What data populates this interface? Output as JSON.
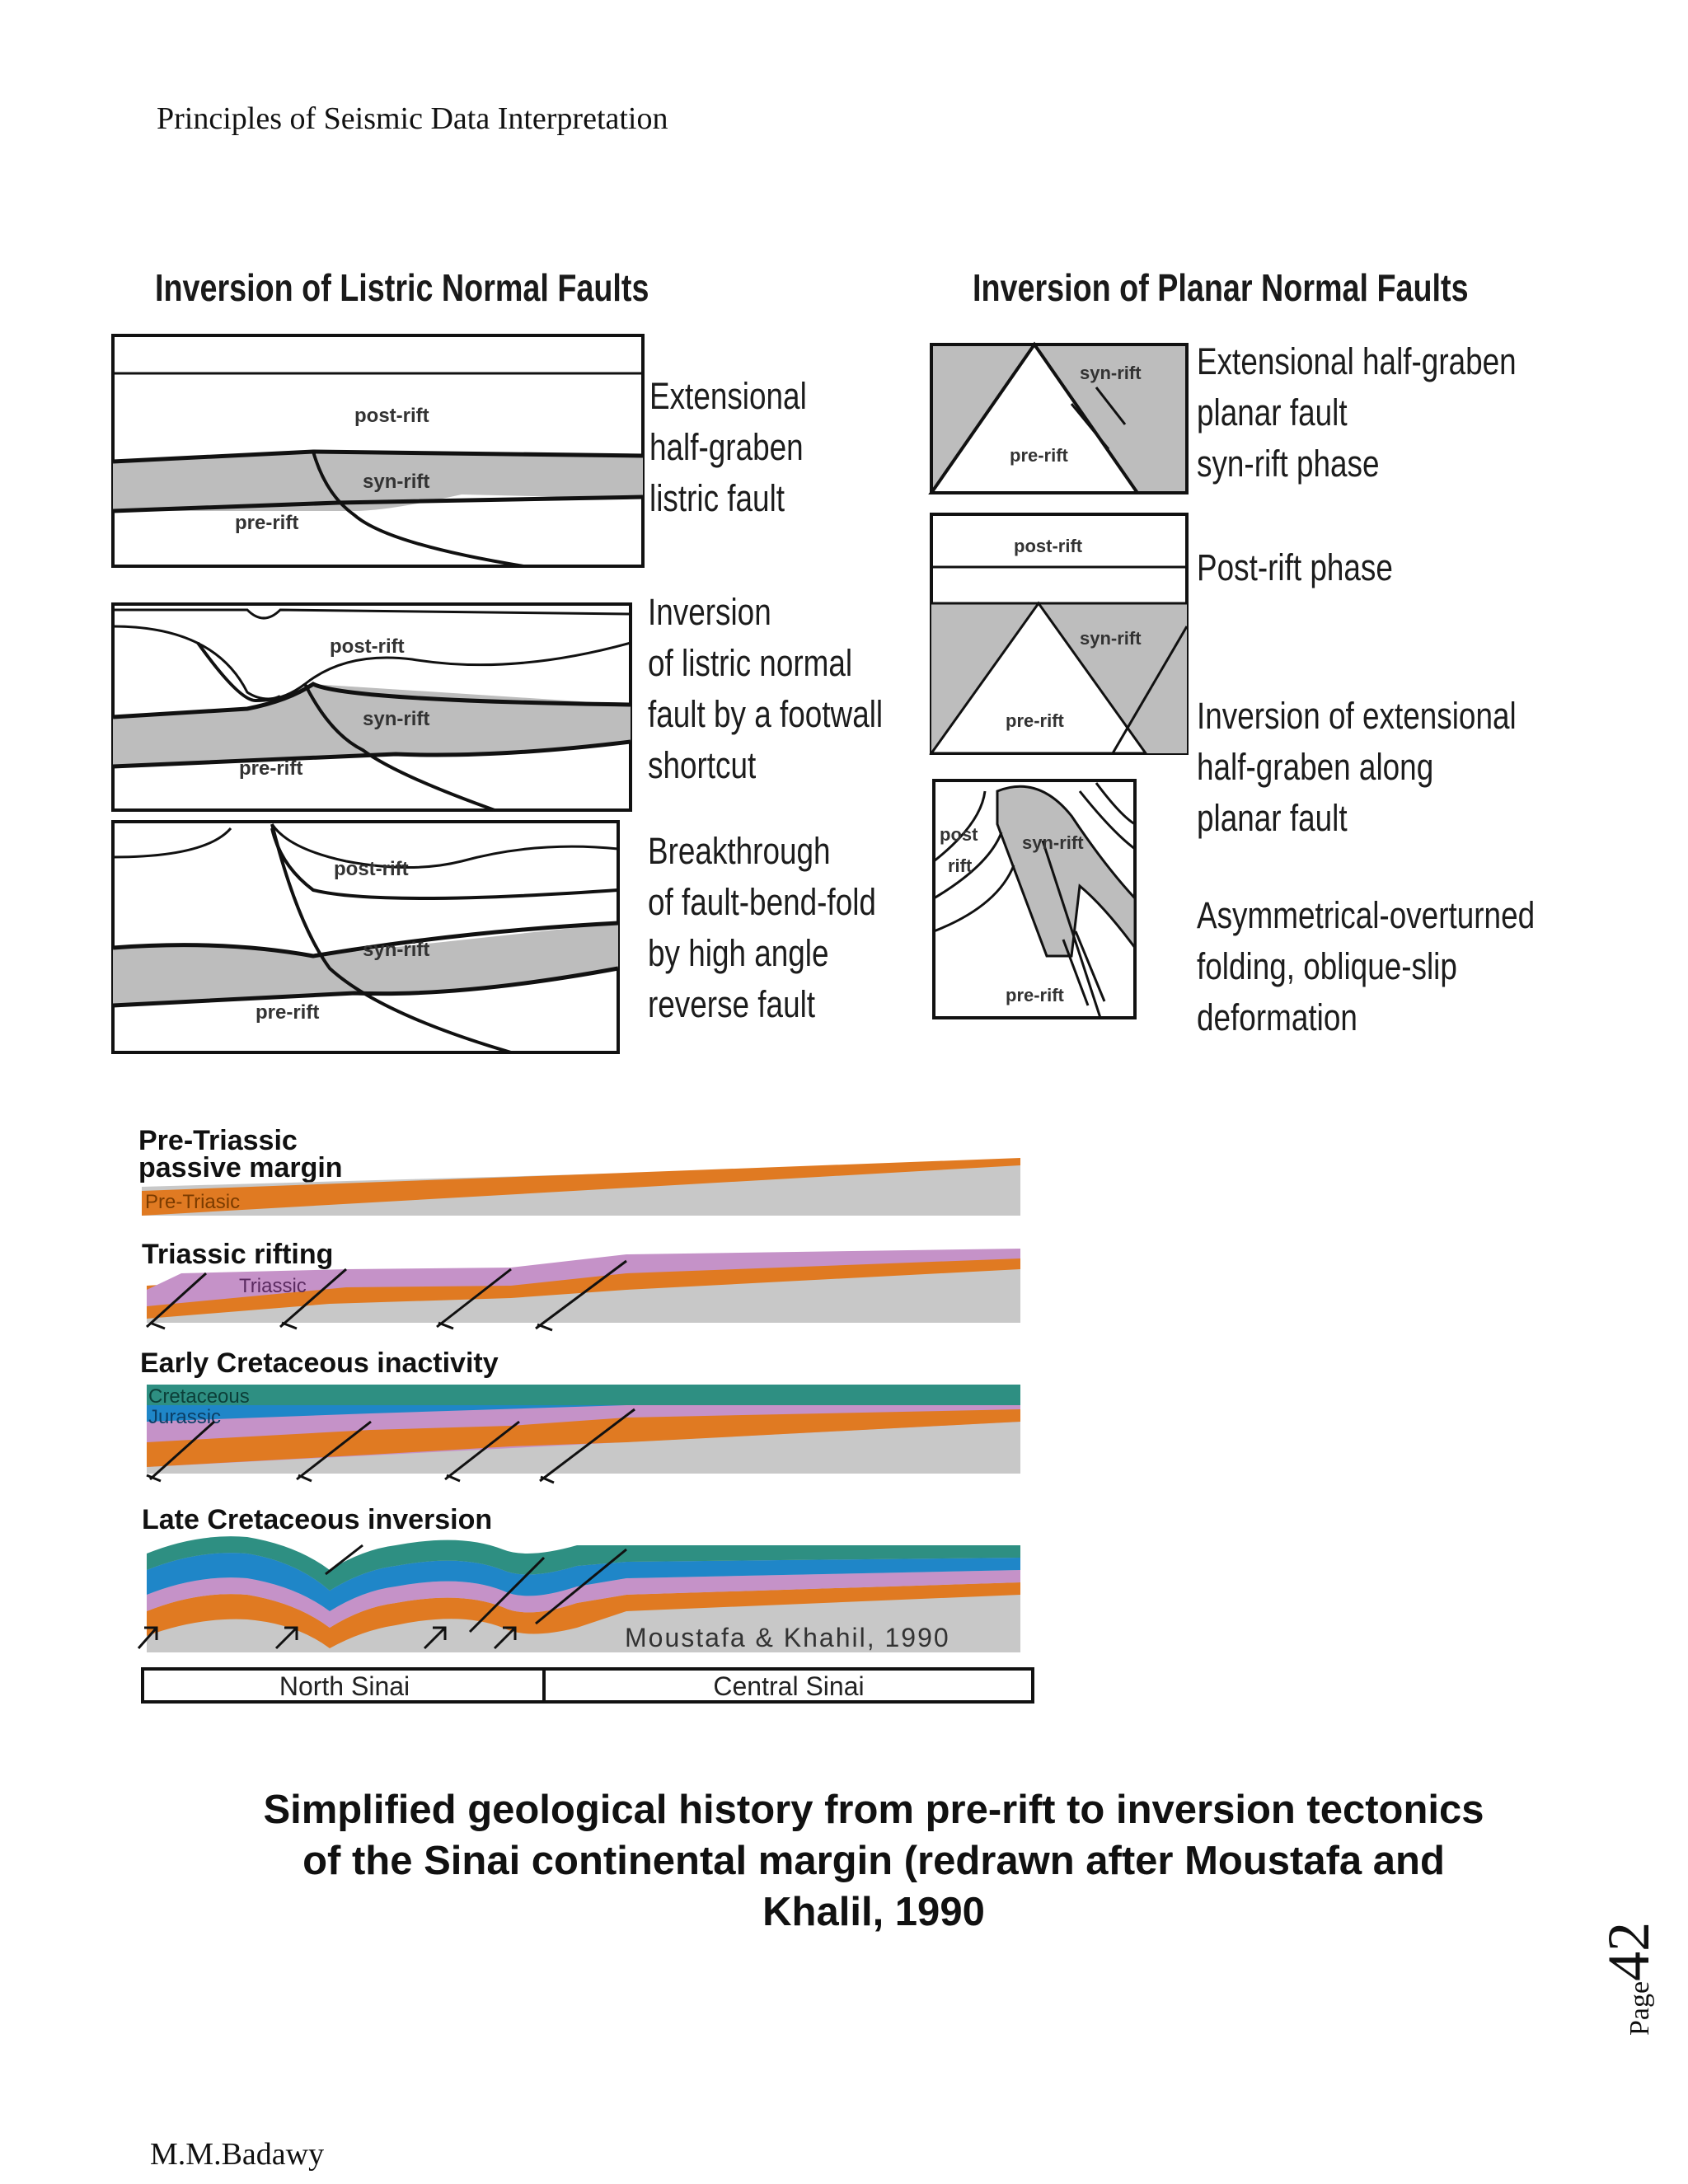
{
  "header": {
    "title": "Principles of Seismic Data Interpretation"
  },
  "footer": {
    "author": "M.M.Badawy",
    "page_word": "Page",
    "page_number": "42"
  },
  "listric": {
    "title": "Inversion of Listric Normal Faults",
    "panels": [
      {
        "desc": [
          "Extensional",
          " half-graben",
          "listric fault"
        ],
        "labels": {
          "post": "post-rift",
          "syn": "syn-rift",
          "pre": "pre-rift"
        }
      },
      {
        "desc": [
          "Inversion",
          "of listric normal",
          " fault by a footwall",
          "shortcut"
        ],
        "labels": {
          "post": "post-rift",
          "syn": "syn-rift",
          "pre": "pre-rift"
        }
      },
      {
        "desc": [
          "Breakthrough",
          "of fault-bend-fold",
          "by high angle",
          "reverse fault"
        ],
        "labels": {
          "post": "post-rift",
          "syn": "syn-rift",
          "pre": "pre-rift"
        }
      }
    ]
  },
  "planar": {
    "title": "Inversion of Planar Normal Faults",
    "panels": [
      {
        "desc": [
          "Extensional half-graben",
          "planar fault",
          "syn-rift phase"
        ],
        "labels": {
          "syn": "syn-rift",
          "pre": "pre-rift"
        }
      },
      {
        "desc": [
          "Post-rift phase"
        ],
        "labels": {
          "post": "post-rift",
          "syn": "syn-rift",
          "pre": "pre-rift"
        }
      },
      {
        "desc": [
          "Inversion of extensional",
          " half-graben along",
          "planar fault"
        ],
        "labels": {
          "post": "post",
          "post2": "rift",
          "syn": "syn-rift",
          "pre": "pre-rift"
        }
      },
      {
        "desc": [
          "Asymmetrical-overturned",
          "folding, oblique-slip",
          "deformation"
        ]
      }
    ]
  },
  "sinai": {
    "stages": [
      {
        "title_lines": [
          "Pre-Triassic",
          "passive margin"
        ],
        "units": [
          "Pre-Triasic"
        ]
      },
      {
        "title_lines": [
          "Triassic rifting"
        ],
        "units": [
          "Triassic"
        ]
      },
      {
        "title_lines": [
          "Early Cretaceous inactivity"
        ],
        "units": [
          "Cretaceous",
          "Jurassic"
        ]
      },
      {
        "title_lines": [
          "Late Cretaceous inversion"
        ],
        "units": []
      }
    ],
    "credit": "Moustafa & Khahil, 1990",
    "regions": [
      "North Sinai",
      "Central Sinai"
    ]
  },
  "colors": {
    "orange": "#e07a22",
    "purple": "#c592c8",
    "blue": "#1f86c8",
    "teal": "#2e8f82",
    "gray": "#c8c8c8",
    "panel_gray": "#bdbdbd"
  },
  "caption": [
    "Simplified geological history from pre-rift to inversion tectonics",
    "of the Sinai continental margin (redrawn after Moustafa and",
    "Khalil, 1990"
  ]
}
